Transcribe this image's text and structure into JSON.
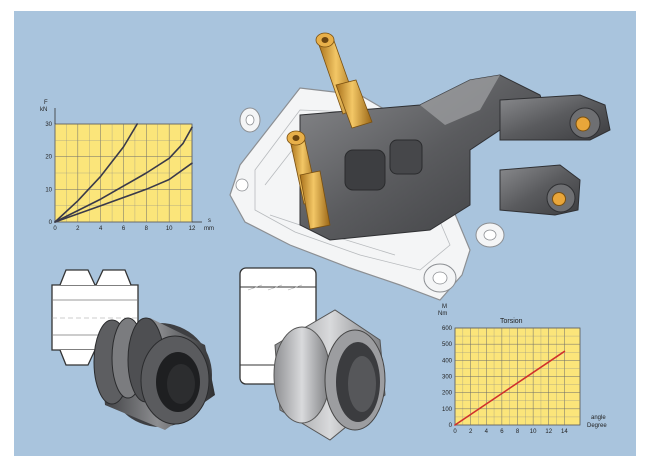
{
  "illustration": {
    "background": "#a9c4dd",
    "chart_fill": "#fbe57a",
    "part_gray": "#5e5f62",
    "part_light": "#f2f2f2",
    "cylinder_gold": "#d8a030"
  },
  "chart_data": [
    {
      "type": "line",
      "title": "",
      "ylabel_top": "F",
      "ylabel_unit": "kN",
      "xlabel_top": "s",
      "xlabel_unit": "mm",
      "xlim": [
        0,
        12
      ],
      "ylim": [
        0,
        30
      ],
      "xticks": [
        "0",
        "2",
        "4",
        "6",
        "8",
        "10",
        "12"
      ],
      "yticks": [
        "0",
        "10",
        "20",
        "30"
      ],
      "grid": true,
      "series": [
        {
          "x": [
            0,
            2,
            4,
            6,
            7.2
          ],
          "y": [
            0,
            6.5,
            14,
            23,
            30
          ],
          "color": "#3a3a4a"
        },
        {
          "x": [
            0,
            4,
            8,
            10,
            11.2,
            12
          ],
          "y": [
            0,
            7,
            15,
            19.5,
            24,
            29
          ],
          "color": "#3a3a4a"
        },
        {
          "x": [
            0,
            4,
            8,
            10,
            12
          ],
          "y": [
            0,
            5,
            10,
            13,
            18
          ],
          "color": "#3a3a4a"
        }
      ]
    },
    {
      "type": "line",
      "title": "Torsion",
      "ylabel_top": "M",
      "ylabel_unit": "Nm",
      "xlabel_top": "angle",
      "xlabel_unit": "Degree",
      "xlim": [
        0,
        16
      ],
      "ylim": [
        0,
        600
      ],
      "xticks": [
        "0",
        "2",
        "4",
        "6",
        "8",
        "10",
        "12",
        "14"
      ],
      "yticks": [
        "0",
        "100",
        "200",
        "300",
        "400",
        "500",
        "600"
      ],
      "grid": true,
      "series": [
        {
          "x": [
            0,
            14
          ],
          "y": [
            0,
            455
          ],
          "color": "#d0302c"
        }
      ]
    }
  ]
}
